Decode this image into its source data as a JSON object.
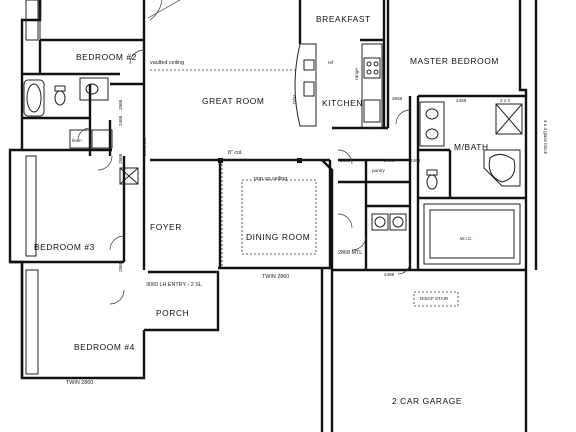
{
  "rooms": {
    "bedroom2": "BEDROOM #2",
    "great_room": "GREAT ROOM",
    "breakfast": "BREAKFAST",
    "kitchen": "KITCHEN",
    "master_bedroom": "MASTER BEDROOM",
    "master_bath": "M/BATH",
    "bedroom3": "BEDROOM #3",
    "foyer": "FOYER",
    "dining_room": "DINING ROOM",
    "porch": "PORCH",
    "bedroom4": "BEDROOM #4",
    "garage": "2 CAR GARAGE"
  },
  "notes": {
    "vaulted_ceiling": "vaulted ceiling",
    "pop_up_ceiling": "pop up ceiling",
    "col_8": "8\" col.",
    "entry": "3060 LH ENTRY - 2 SL",
    "twin_2860_a": "TWIN 2860",
    "twin_2860_b": "TWIN 2860",
    "d2868_co": "2868 CO",
    "d2868_mtl": "2868 MTL",
    "d2468_a": "2468",
    "d2468_b": "2468",
    "d2468_c": "2468",
    "d2468_d": "2468",
    "d2868_a": "2868",
    "d2868_b": "2868",
    "d2868_c": "2868",
    "d2868_d": "2868",
    "d2668": "2668",
    "d2468_e": "2468",
    "pantry": "pantry",
    "range": "range",
    "dw": "D/W",
    "ref": "ref",
    "linen": "linen",
    "wic": "W.I.C.",
    "disap_stair": "DISAP STAIR",
    "glass_block": "4 x 4 glass block",
    "tub_size": "2 x 4"
  }
}
